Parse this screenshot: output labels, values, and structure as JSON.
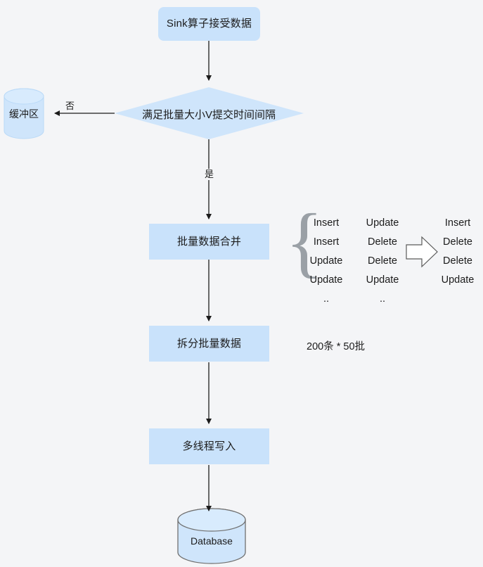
{
  "diagram": {
    "title": "Sink batch write flowchart",
    "colors": {
      "node_fill": "#c9e2fb",
      "diamond_fill": "#cfe5fb",
      "cylinder_fill": "#cfe5fb",
      "cylinder_stroke_db": "#6b6b6b",
      "background": "#f4f5f7",
      "edge": "#1b1b1b",
      "brace": "#9aa0a6"
    },
    "nodes": {
      "sink_receive": {
        "label": "Sink算子接受数据",
        "shape": "rounded-rect"
      },
      "decision": {
        "label": "满足批量大小V提交时间间隔",
        "shape": "diamond"
      },
      "buffer": {
        "label": "缓冲区",
        "shape": "cylinder"
      },
      "merge": {
        "label": "批量数据合并",
        "shape": "rect"
      },
      "split": {
        "label": "拆分批量数据",
        "shape": "rect"
      },
      "multithread_write": {
        "label": "多线程写入",
        "shape": "rect"
      },
      "database": {
        "label": "Database",
        "shape": "cylinder"
      }
    },
    "edge_labels": {
      "no": "否",
      "yes": "是"
    },
    "annotations": {
      "split_note": "200条 * 50批",
      "merge_arrow": "block-arrow-right"
    },
    "merge_example": {
      "input_rows": [
        [
          "Insert",
          "Update"
        ],
        [
          "Insert",
          "Delete"
        ],
        [
          "Update",
          "Delete"
        ],
        [
          "Update",
          "Update"
        ]
      ],
      "input_ellipsis": [
        "..",
        ".."
      ],
      "output_rows": [
        "Insert",
        "Delete",
        "Delete",
        "Update"
      ]
    }
  }
}
